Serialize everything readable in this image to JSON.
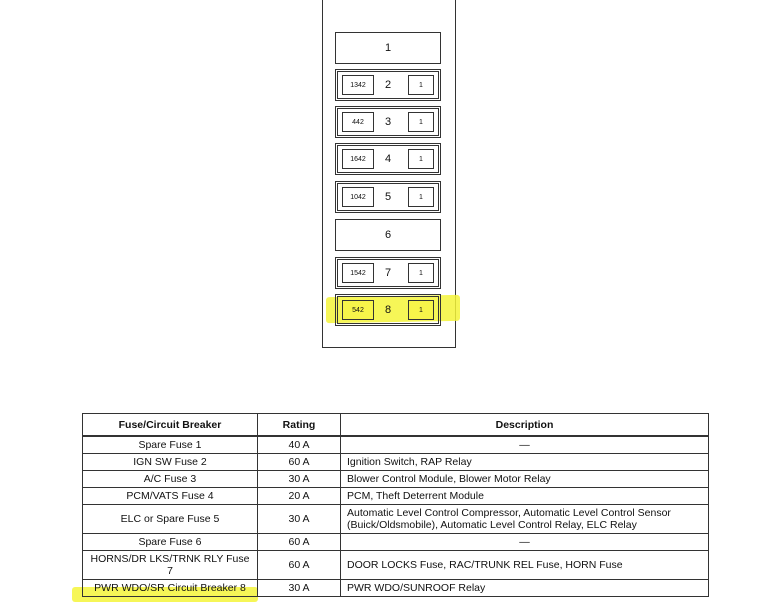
{
  "fuse_block": {
    "slots": [
      {
        "number": "1",
        "type": "single"
      },
      {
        "number": "2",
        "type": "double",
        "left_code": "1342",
        "right_code": "1"
      },
      {
        "number": "3",
        "type": "double",
        "left_code": "442",
        "right_code": "1"
      },
      {
        "number": "4",
        "type": "double",
        "left_code": "1642",
        "right_code": "1"
      },
      {
        "number": "5",
        "type": "double",
        "left_code": "1042",
        "right_code": "1"
      },
      {
        "number": "6",
        "type": "single"
      },
      {
        "number": "7",
        "type": "double",
        "left_code": "1542",
        "right_code": "1"
      },
      {
        "number": "8",
        "type": "double",
        "left_code": "542",
        "right_code": "1",
        "highlighted": true
      }
    ]
  },
  "table": {
    "headers": {
      "fuse": "Fuse/Circuit Breaker",
      "rating": "Rating",
      "description": "Description"
    },
    "rows": [
      {
        "fuse": "Spare Fuse 1",
        "rating": "40 A",
        "description": "—"
      },
      {
        "fuse": "IGN SW Fuse 2",
        "rating": "60 A",
        "description": "Ignition Switch, RAP Relay"
      },
      {
        "fuse": "A/C Fuse 3",
        "rating": "30 A",
        "description": "Blower Control Module, Blower Motor Relay"
      },
      {
        "fuse": "PCM/VATS Fuse 4",
        "rating": "20 A",
        "description": "PCM, Theft Deterrent Module"
      },
      {
        "fuse": "ELC or Spare Fuse 5",
        "rating": "30 A",
        "description": "Automatic Level Control Compressor, Automatic Level Control Sensor (Buick/Oldsmobile), Automatic Level Control Relay, ELC Relay"
      },
      {
        "fuse": "Spare Fuse 6",
        "rating": "60 A",
        "description": "—"
      },
      {
        "fuse": "HORNS/DR LKS/TRNK RLY Fuse 7",
        "rating": "60 A",
        "description": "DOOR LOCKS Fuse, RAC/TRUNK REL Fuse, HORN Fuse"
      },
      {
        "fuse": "PWR WDO/SR Circuit Breaker 8",
        "rating": "30 A",
        "description": "PWR WDO/SUNROOF Relay",
        "highlighted": true
      }
    ]
  },
  "colors": {
    "highlight": "#f5f53a",
    "line": "#333333"
  }
}
